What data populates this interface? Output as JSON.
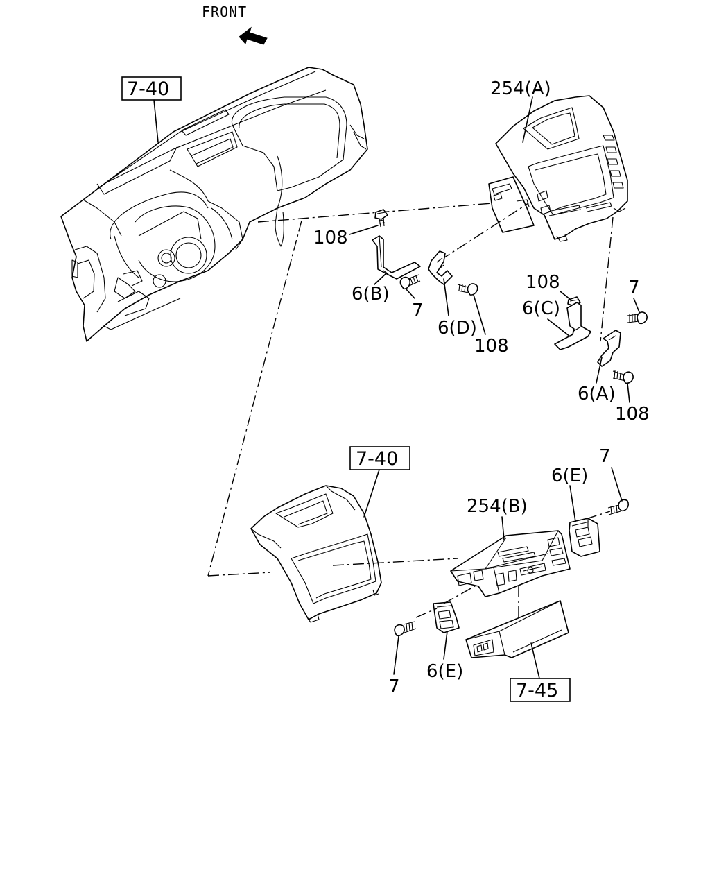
{
  "front_label": "FRONT",
  "ref_boxes": {
    "dash_top": "7-40",
    "bezel_bottom": "7-40",
    "pocket": "7-45"
  },
  "callouts": {
    "unit_a": "254(A)",
    "unit_b": "254(B)",
    "bracket_a": "6(A)",
    "bracket_b": "6(B)",
    "bracket_c": "6(C)",
    "bracket_d": "6(D)",
    "bracket_e_top": "6(E)",
    "bracket_e_bottom": "6(E)",
    "screw_108_left": "108",
    "screw_108_d": "108",
    "screw_108_c": "108",
    "screw_108_a": "108",
    "bolt_7_b": "7",
    "bolt_7_c": "7",
    "bolt_7_e_top": "7",
    "bolt_7_e_bottom": "7"
  }
}
